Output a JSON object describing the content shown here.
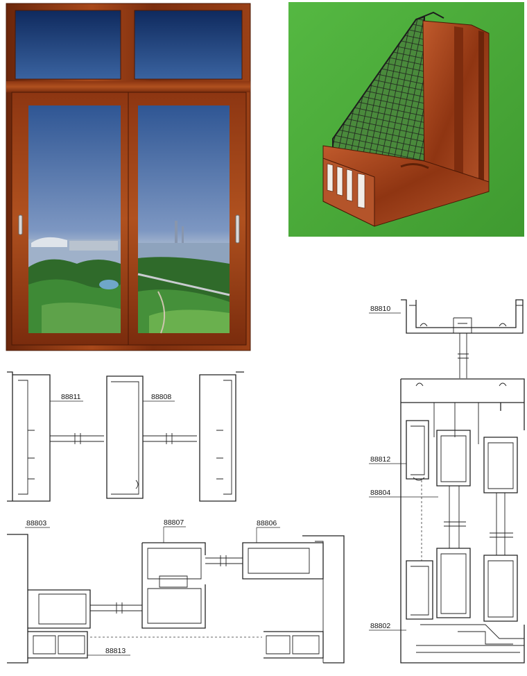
{
  "colors": {
    "frame_wood": "#8b3a12",
    "frame_wood_dark": "#5e2108",
    "glass_top": "#1e3f7a",
    "sky": "#4a6fa8",
    "photo_background": "#4cae3a",
    "line": "#222222"
  },
  "labels": {
    "p88810": "88810",
    "p88811": "88811",
    "p88808": "88808",
    "p88812": "88812",
    "p88804": "88804",
    "p88803": "88803",
    "p88807": "88807",
    "p88806": "88806",
    "p88813": "88813",
    "p88802": "88802"
  }
}
